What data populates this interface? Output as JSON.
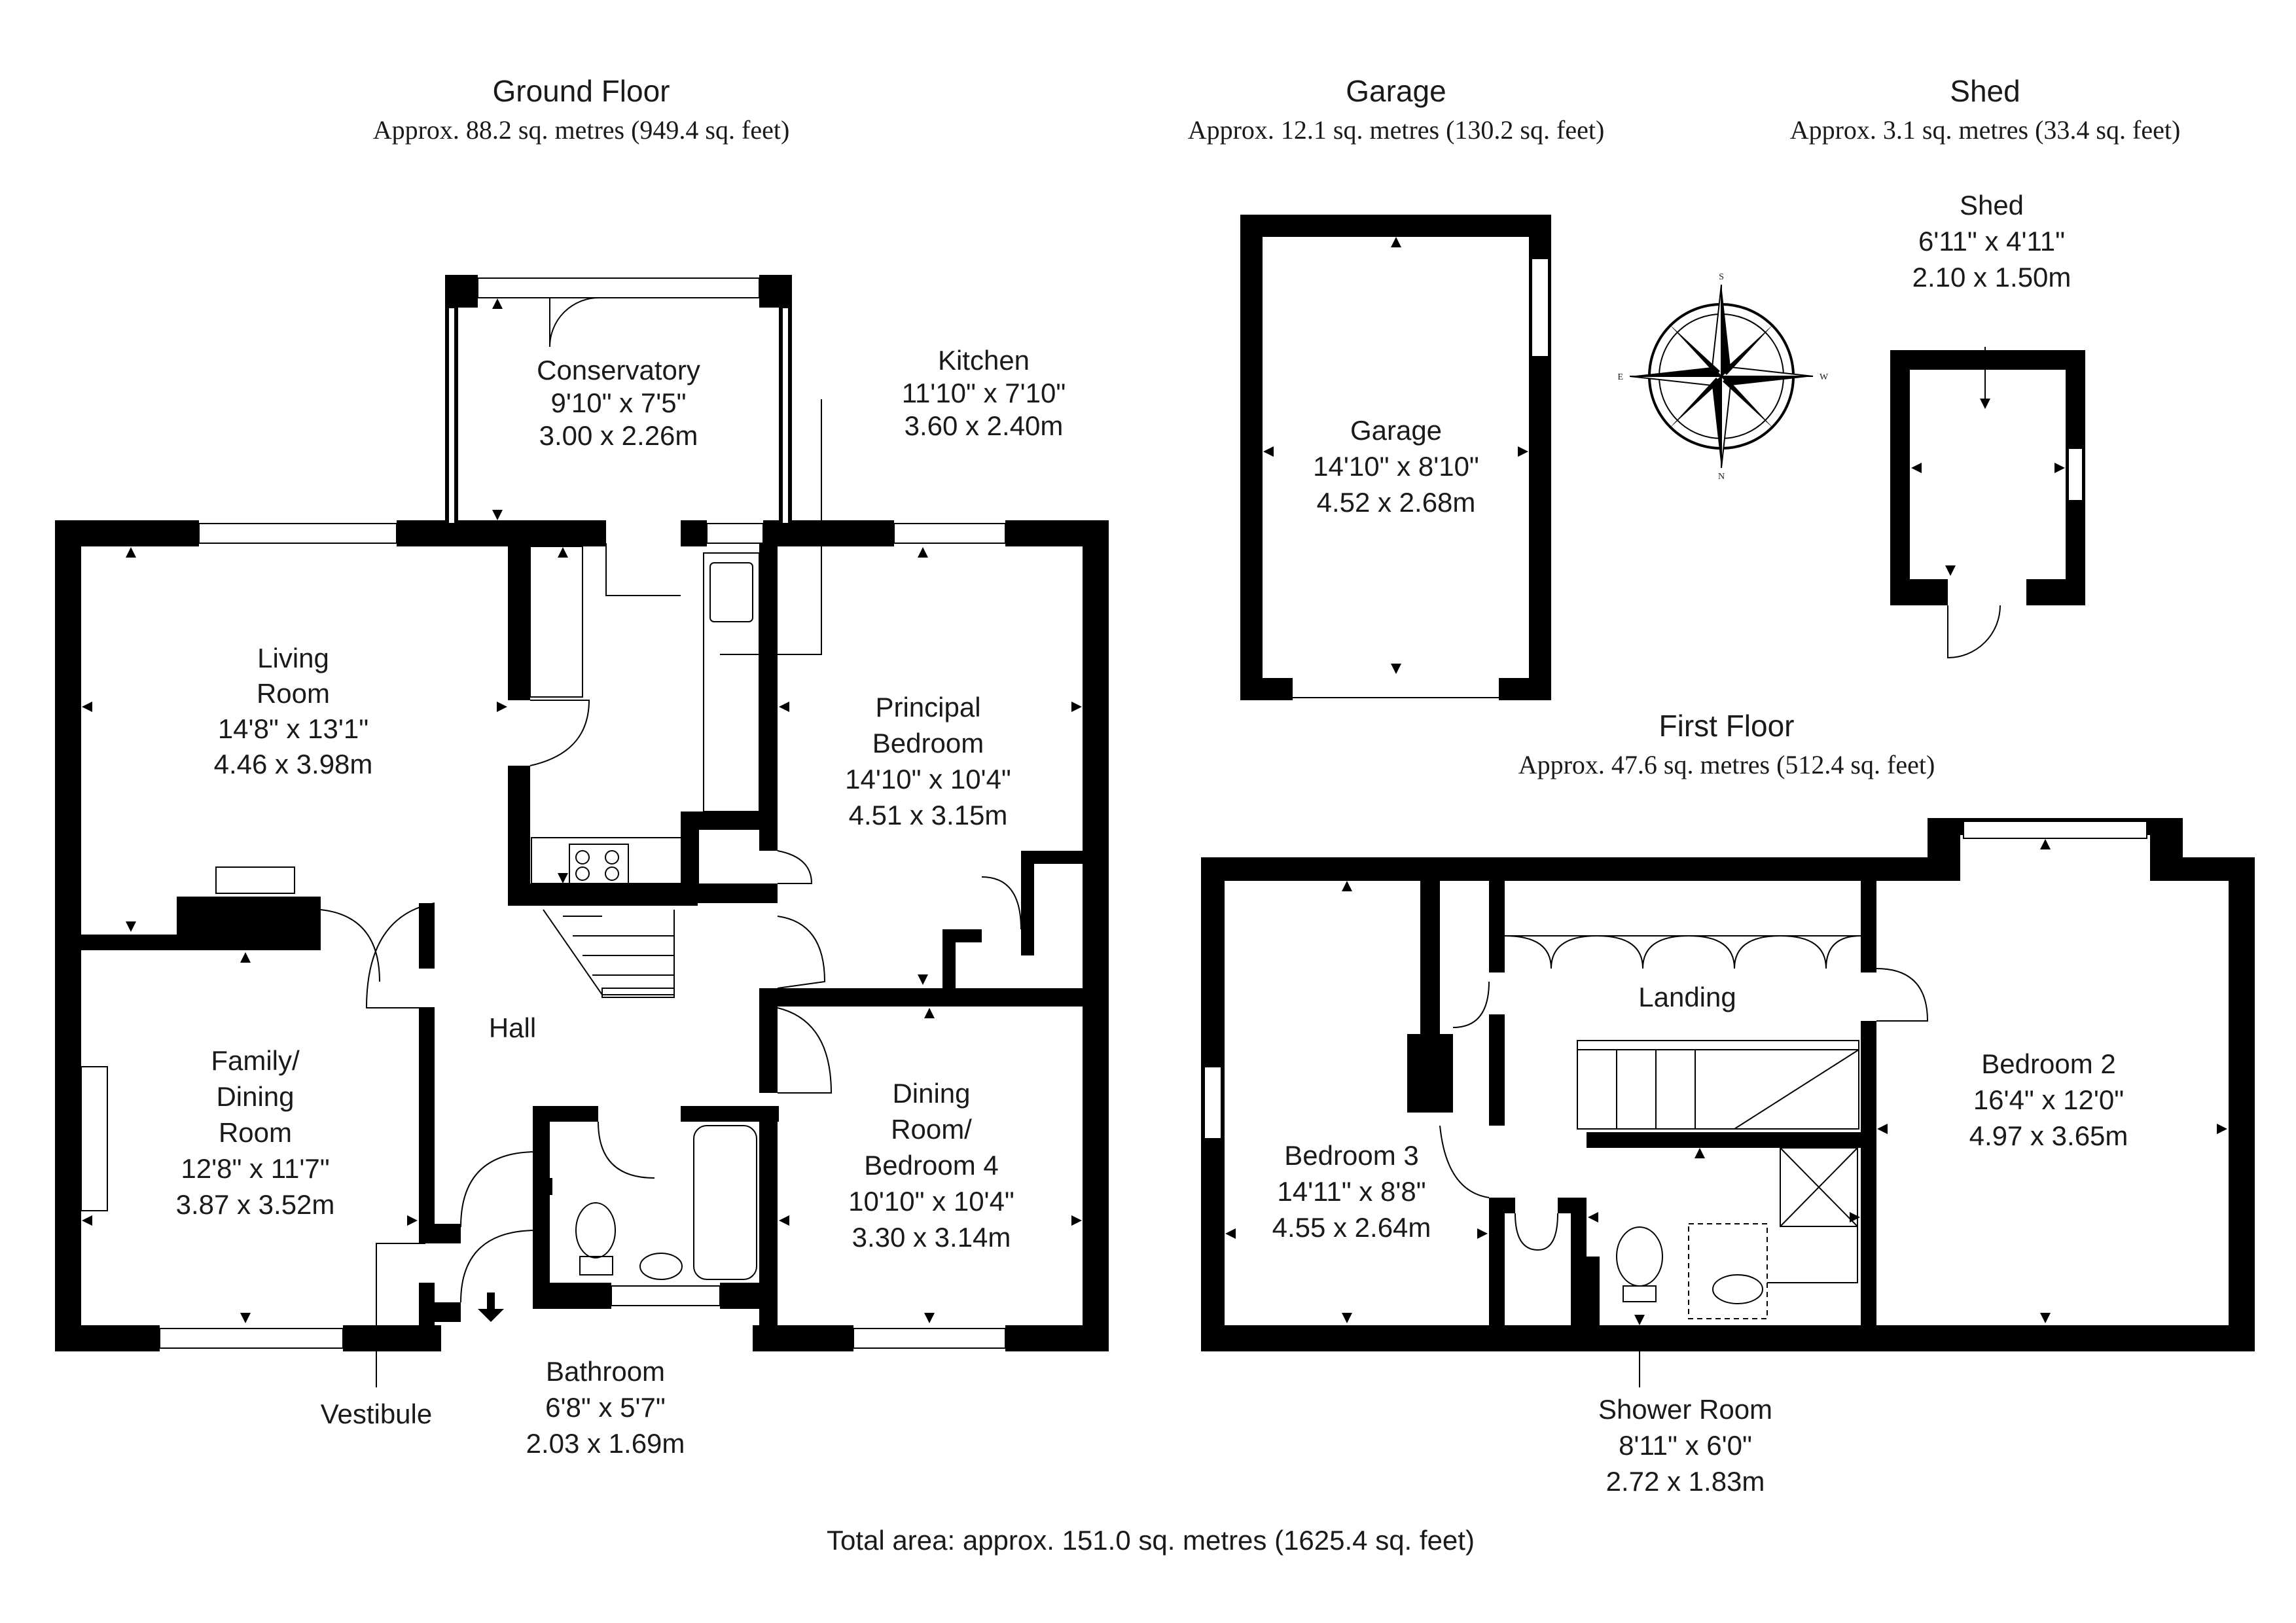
{
  "headings": {
    "ground_floor": {
      "title": "Ground Floor",
      "area": "Approx. 88.2 sq. metres (949.4 sq. feet)"
    },
    "garage": {
      "title": "Garage",
      "area": "Approx. 12.1 sq. metres (130.2 sq. feet)"
    },
    "shed": {
      "title": "Shed",
      "area": "Approx. 3.1 sq. metres (33.4 sq. feet)"
    },
    "first_floor": {
      "title": "First Floor",
      "area": "Approx. 47.6 sq. metres (512.4 sq. feet)"
    }
  },
  "rooms": {
    "conservatory": {
      "name": "Conservatory",
      "imperial": "9'10\" x 7'5\"",
      "metric": "3.00 x 2.26m"
    },
    "kitchen": {
      "name": "Kitchen",
      "imperial": "11'10\" x 7'10\"",
      "metric": "3.60 x 2.40m"
    },
    "living_room": {
      "name_line1": "Living",
      "name_line2": "Room",
      "imperial": "14'8\" x 13'1\"",
      "metric": "4.46 x 3.98m"
    },
    "principal_bedroom": {
      "name_line1": "Principal",
      "name_line2": "Bedroom",
      "imperial": "14'10\" x 10'4\"",
      "metric": "4.51 x 3.15m"
    },
    "hall": {
      "name": "Hall"
    },
    "family_dining": {
      "name_line1": "Family/",
      "name_line2": "Dining",
      "name_line3": "Room",
      "imperial": "12'8\" x 11'7\"",
      "metric": "3.87 x 3.52m"
    },
    "dining_bedroom4": {
      "name_line1": "Dining",
      "name_line2": "Room/",
      "name_line3": "Bedroom 4",
      "imperial": "10'10\" x 10'4\"",
      "metric": "3.30 x 3.14m"
    },
    "vestibule": {
      "name": "Vestibule"
    },
    "bathroom": {
      "name": "Bathroom",
      "imperial": "6'8\" x 5'7\"",
      "metric": "2.03 x 1.69m"
    },
    "garage": {
      "name": "Garage",
      "imperial": "14'10\" x 8'10\"",
      "metric": "4.52 x 2.68m"
    },
    "shed": {
      "name": "Shed",
      "imperial": "6'11\" x 4'11\"",
      "metric": "2.10 x 1.50m"
    },
    "landing": {
      "name": "Landing"
    },
    "bedroom2": {
      "name": "Bedroom 2",
      "imperial": "16'4\" x 12'0\"",
      "metric": "4.97 x 3.65m"
    },
    "bedroom3": {
      "name": "Bedroom 3",
      "imperial": "14'11\" x 8'8\"",
      "metric": "4.55 x 2.64m"
    },
    "shower_room": {
      "name": "Shower Room",
      "imperial": "8'11\" x 6'0\"",
      "metric": "2.72 x 1.83m"
    }
  },
  "compass": {
    "n": "N",
    "s": "S",
    "e": "E",
    "w": "W"
  },
  "footer": {
    "total_area": "Total area: approx. 151.0 sq. metres (1625.4 sq. feet)"
  },
  "colors": {
    "wall": "#000000",
    "background": "#ffffff",
    "text": "#1a1a1a"
  }
}
